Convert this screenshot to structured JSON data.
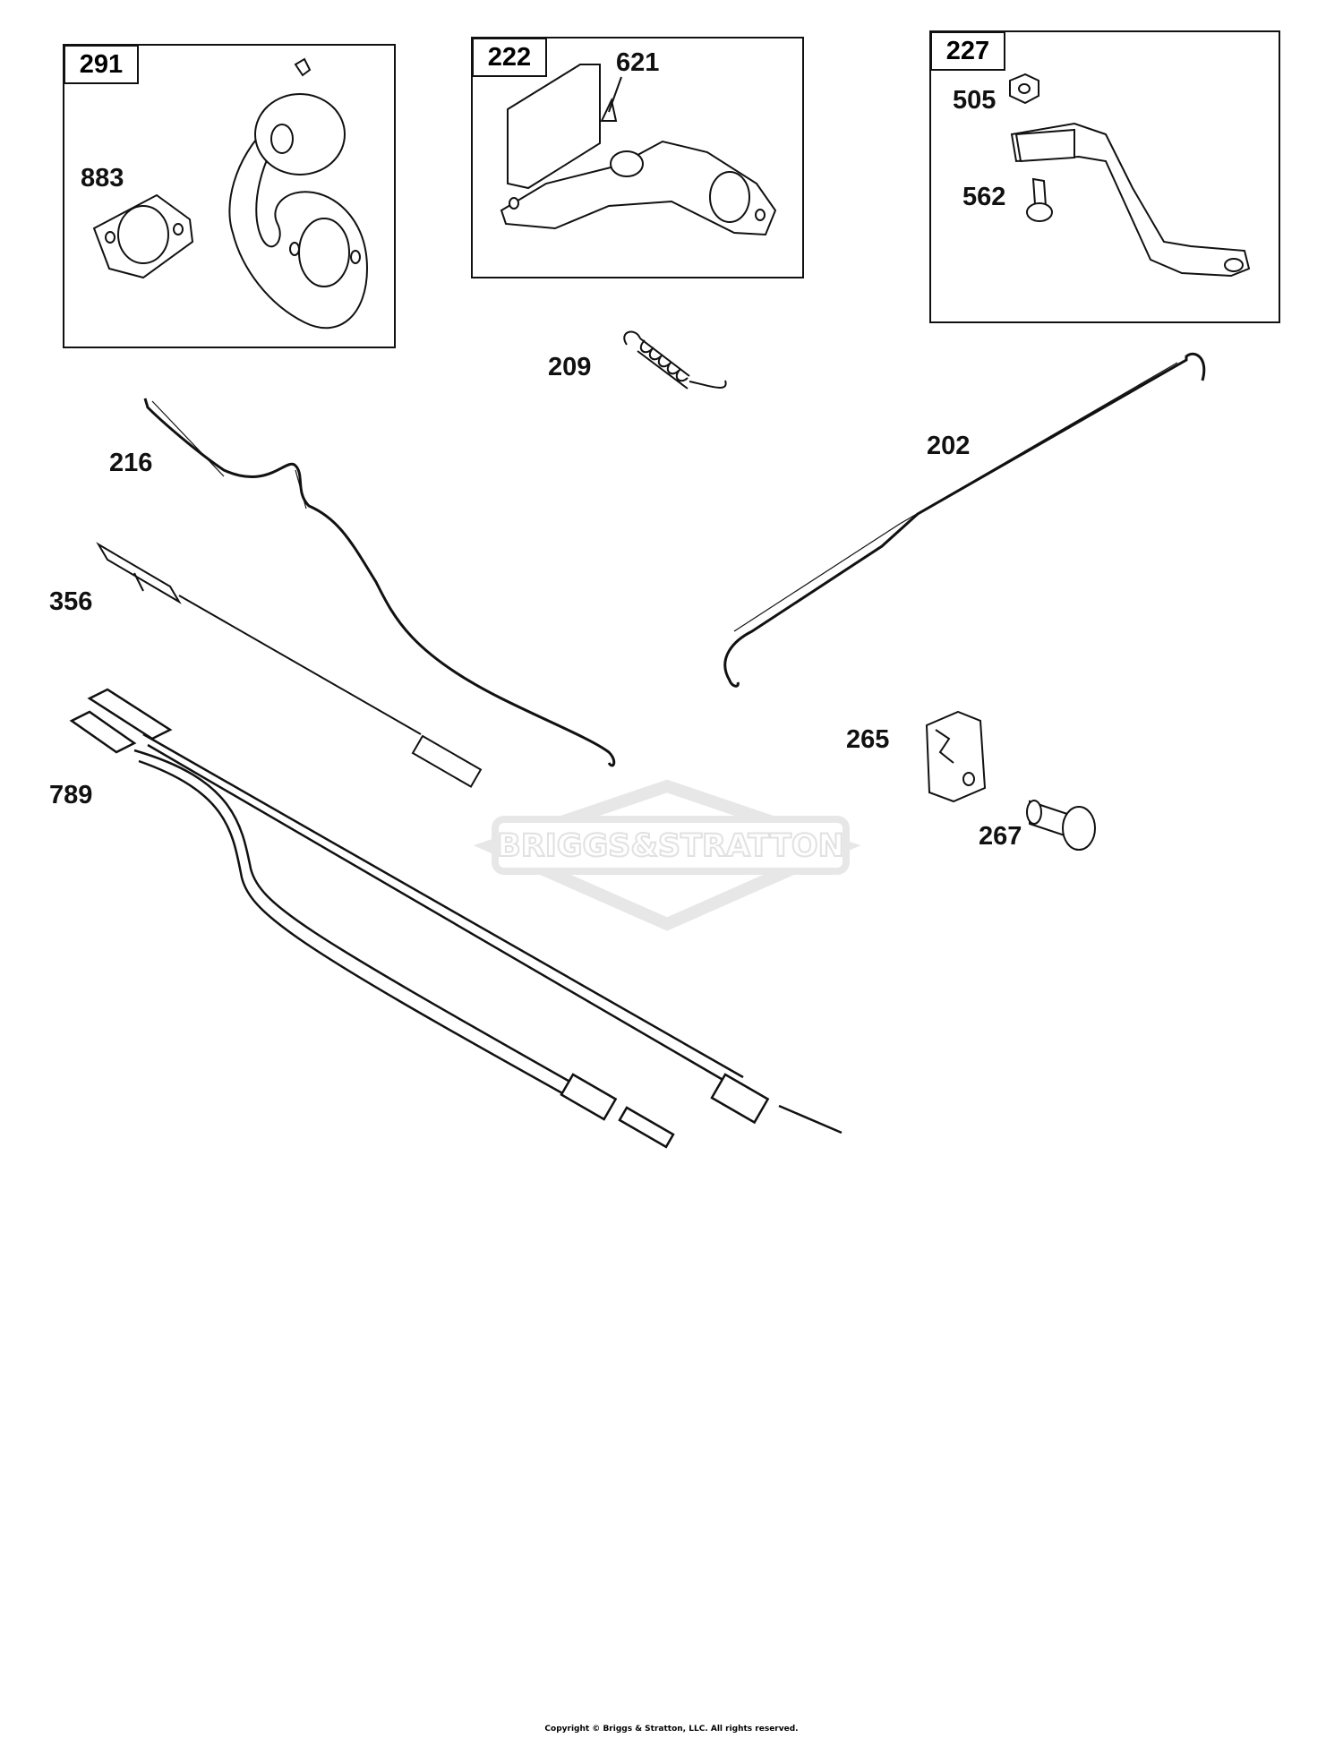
{
  "diagram": {
    "boxes": [
      {
        "id": "box-291",
        "tag": "291",
        "items": [
          "883"
        ]
      },
      {
        "id": "box-222",
        "tag": "222",
        "items": [
          "621"
        ]
      },
      {
        "id": "box-227",
        "tag": "227",
        "items": [
          "505",
          "562"
        ]
      }
    ],
    "labels": {
      "l883": "883",
      "l621": "621",
      "l505": "505",
      "l562": "562",
      "l209": "209",
      "l216": "216",
      "l202": "202",
      "l356": "356",
      "l789": "789",
      "l265": "265",
      "l267": "267"
    },
    "watermark": "BRIGGS&STRATTON",
    "copyright": "Copyright © Briggs & Stratton, LLC. All rights reserved."
  }
}
